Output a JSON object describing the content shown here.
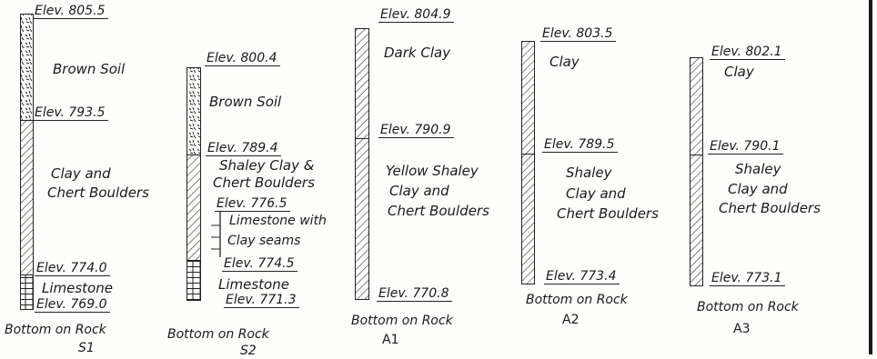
{
  "borings": [
    {
      "id": "S1",
      "label": "S1",
      "bottom": "Bottom on Rock",
      "elevations": [
        "Elev. 805.5",
        "Elev. 793.5",
        "Elev. 774.0",
        "Elev. 769.0"
      ],
      "strata": [
        "Brown Soil",
        "Clay and",
        "Chert Boulders",
        "Limestone"
      ]
    },
    {
      "id": "S2",
      "label": "S2",
      "bottom": "Bottom on Rock",
      "elevations": [
        "Elev. 800.4",
        "Elev. 789.4",
        "Elev. 776.5",
        "Elev. 774.5",
        "Elev. 771.3"
      ],
      "strata": [
        "Brown Soil",
        "Shaley Clay &",
        "Chert Boulders",
        "Limestone with",
        "Clay seams",
        "Limestone"
      ]
    },
    {
      "id": "A1",
      "label": "A1",
      "bottom": "Bottom on Rock",
      "elevations": [
        "Elev. 804.9",
        "Elev. 790.9",
        "Elev. 770.8"
      ],
      "strata": [
        "Dark Clay",
        "Yellow Shaley",
        "Clay and",
        "Chert Boulders"
      ]
    },
    {
      "id": "A2",
      "label": "A2",
      "bottom": "Bottom on Rock",
      "elevations": [
        "Elev. 803.5",
        "Elev. 789.5",
        "Elev. 773.4"
      ],
      "strata": [
        "Clay",
        "Shaley",
        "Clay and",
        "Chert Boulders"
      ]
    },
    {
      "id": "A3",
      "label": "A3",
      "bottom": "Bottom on Rock",
      "elevations": [
        "Elev. 802.1",
        "Elev. 790.1",
        "Elev. 773.1"
      ],
      "strata": [
        "Clay",
        "Shaley",
        "Clay and",
        "Chert Boulders"
      ]
    }
  ]
}
